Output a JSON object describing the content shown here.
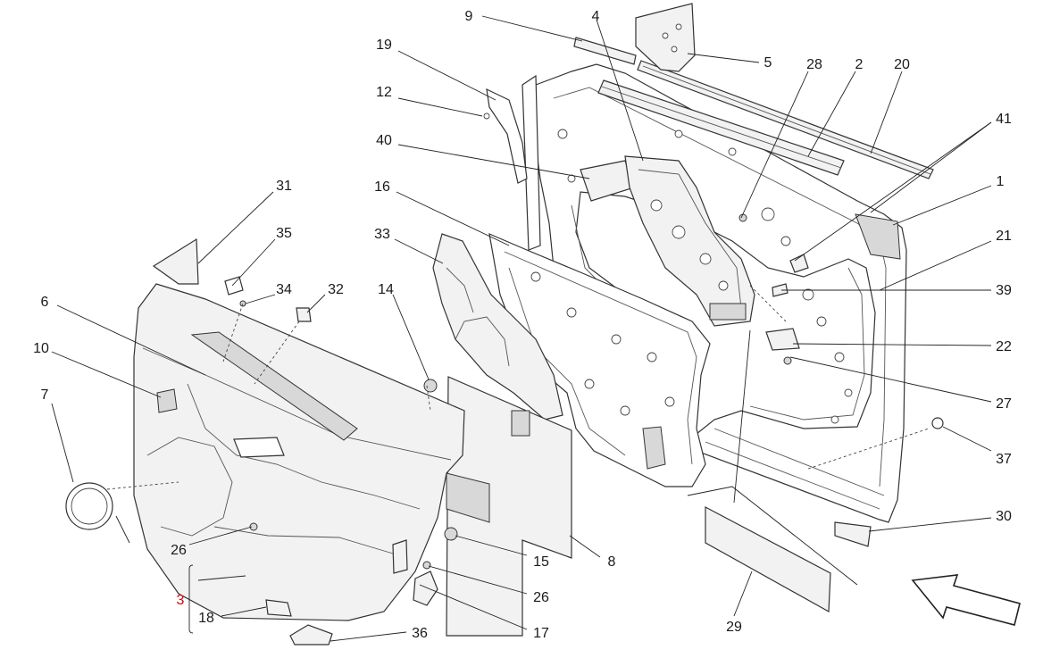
{
  "diagram": {
    "highlight_color": "#d9000d",
    "text_color": "#1a1a1a",
    "callouts": [
      {
        "id": "c9",
        "label": "9"
      },
      {
        "id": "c4",
        "label": "4"
      },
      {
        "id": "c5",
        "label": "5"
      },
      {
        "id": "c28",
        "label": "28"
      },
      {
        "id": "c2",
        "label": "2"
      },
      {
        "id": "c20",
        "label": "20"
      },
      {
        "id": "c19",
        "label": "19"
      },
      {
        "id": "c12",
        "label": "12"
      },
      {
        "id": "c41",
        "label": "41"
      },
      {
        "id": "c40",
        "label": "40"
      },
      {
        "id": "c1",
        "label": "1"
      },
      {
        "id": "c31",
        "label": "31"
      },
      {
        "id": "c16",
        "label": "16"
      },
      {
        "id": "c21",
        "label": "21"
      },
      {
        "id": "c35",
        "label": "35"
      },
      {
        "id": "c33",
        "label": "33"
      },
      {
        "id": "c34",
        "label": "34"
      },
      {
        "id": "c32",
        "label": "32"
      },
      {
        "id": "c14",
        "label": "14"
      },
      {
        "id": "c39",
        "label": "39"
      },
      {
        "id": "c6",
        "label": "6"
      },
      {
        "id": "c22",
        "label": "22"
      },
      {
        "id": "c10",
        "label": "10"
      },
      {
        "id": "c27",
        "label": "27"
      },
      {
        "id": "c7",
        "label": "7"
      },
      {
        "id": "c37",
        "label": "37"
      },
      {
        "id": "c30",
        "label": "30"
      },
      {
        "id": "c26a",
        "label": "26"
      },
      {
        "id": "c15",
        "label": "15"
      },
      {
        "id": "c8",
        "label": "8"
      },
      {
        "id": "c26b",
        "label": "26"
      },
      {
        "id": "c3",
        "label": "3"
      },
      {
        "id": "c18",
        "label": "18"
      },
      {
        "id": "c36",
        "label": "36"
      },
      {
        "id": "c17",
        "label": "17"
      },
      {
        "id": "c29",
        "label": "29"
      }
    ]
  }
}
